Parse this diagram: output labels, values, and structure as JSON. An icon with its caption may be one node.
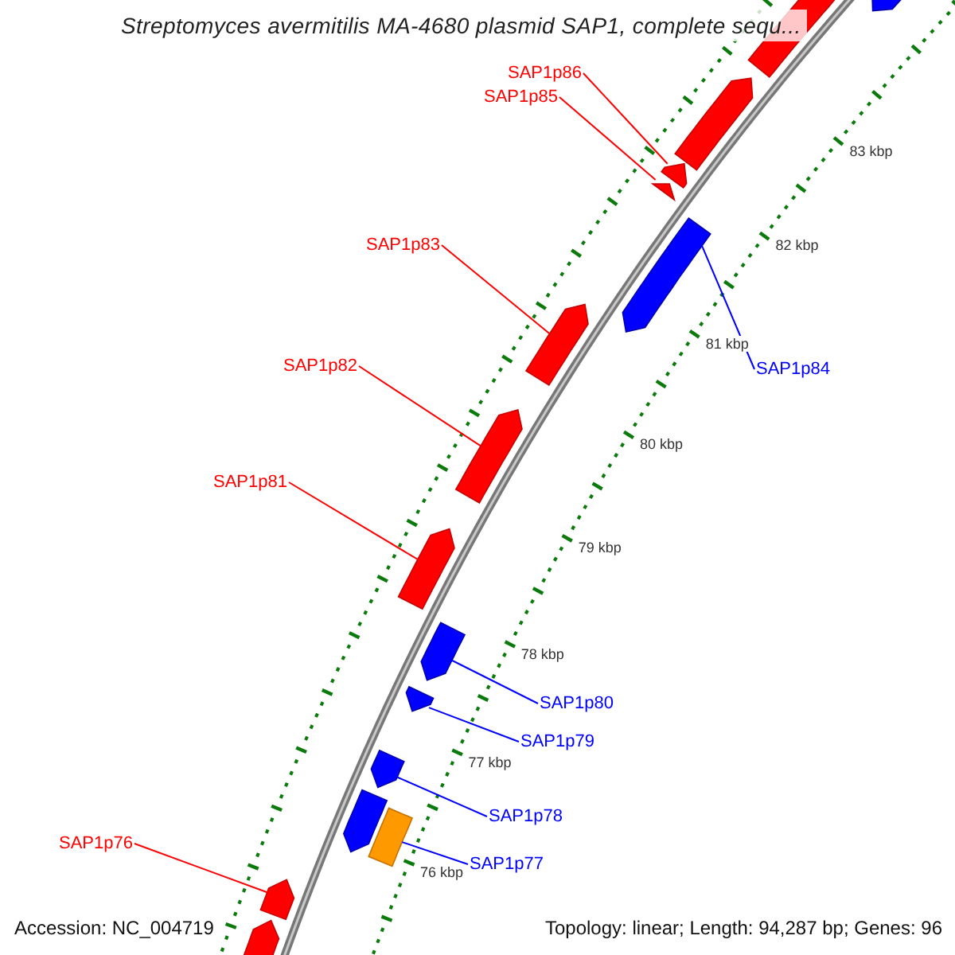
{
  "diagram": {
    "title": "Streptomyces avermitilis MA-4680 plasmid SAP1, complete sequ...",
    "nodes": [
      {
        "text": [
          "SAP1p86"
        ]
      },
      {
        "text": [
          "SAP1p85"
        ]
      },
      {
        "text": [
          "SAP1p83"
        ]
      },
      {
        "text": [
          "SAP1p84"
        ]
      },
      {
        "text": [
          "SAP1p82"
        ]
      },
      {
        "text": [
          "SAP1p81"
        ]
      },
      {
        "text": [
          "SAP1p80"
        ]
      },
      {
        "text": [
          "SAP1p79"
        ]
      },
      {
        "text": [
          "SAP1p78"
        ]
      },
      {
        "text": [
          "SAP1p77"
        ]
      },
      {
        "text": [
          "SAP1p76"
        ]
      },
      {
        "text": [],
        "shape": "arrow"
      },
      {
        "text": [],
        "shape": "arrow"
      },
      {
        "text": [],
        "shape": "arrow"
      },
      {
        "text": [],
        "shape": "arrow"
      },
      {
        "text": [],
        "shape": "arrow"
      },
      {
        "text": [],
        "shape": "arrow"
      },
      {
        "text": [],
        "shape": "arrow"
      },
      {
        "text": [],
        "shape": "arrow"
      },
      {
        "text": [],
        "shape": "arrow"
      },
      {
        "text": [],
        "shape": "arrow"
      },
      {
        "text": [],
        "shape": "arrow"
      },
      {
        "text": [],
        "shape": "arrow"
      },
      {
        "text": [],
        "shape": "arrow"
      },
      {
        "text": [],
        "shape": "bar"
      },
      {
        "text": [],
        "shape": "arrow"
      },
      {
        "text": [],
        "shape": "arrow"
      }
    ],
    "edges": [
      {
        "from": 0,
        "to": 14,
        "arrow": "none"
      },
      {
        "from": 1,
        "to": 15,
        "arrow": "none"
      },
      {
        "from": 2,
        "to": 17,
        "arrow": "none"
      },
      {
        "from": 3,
        "to": 16,
        "arrow": "none",
        "color": "#0000ff"
      },
      {
        "from": 4,
        "to": 18,
        "arrow": "none"
      },
      {
        "from": 5,
        "to": 19,
        "arrow": "none"
      },
      {
        "from": 6,
        "to": 20,
        "arrow": "none",
        "color": "#0000ff"
      },
      {
        "from": 7,
        "to": 21,
        "arrow": "none",
        "color": "#0000ff"
      },
      {
        "from": 8,
        "to": 22,
        "arrow": "none",
        "color": "#0000ff"
      },
      {
        "from": 9,
        "to": 24,
        "arrow": "none",
        "color": "#0000ff"
      },
      {
        "from": 10,
        "to": 25,
        "arrow": "none"
      }
    ],
    "labels": [
      "83 kbp",
      "82 kbp",
      "81 kbp",
      "80 kbp",
      "79 kbp",
      "78 kbp",
      "77 kbp",
      "76 kbp",
      "Accession: NC_004719",
      "Topology: linear; Length: 94,287 bp; Genes: 96"
    ]
  }
}
